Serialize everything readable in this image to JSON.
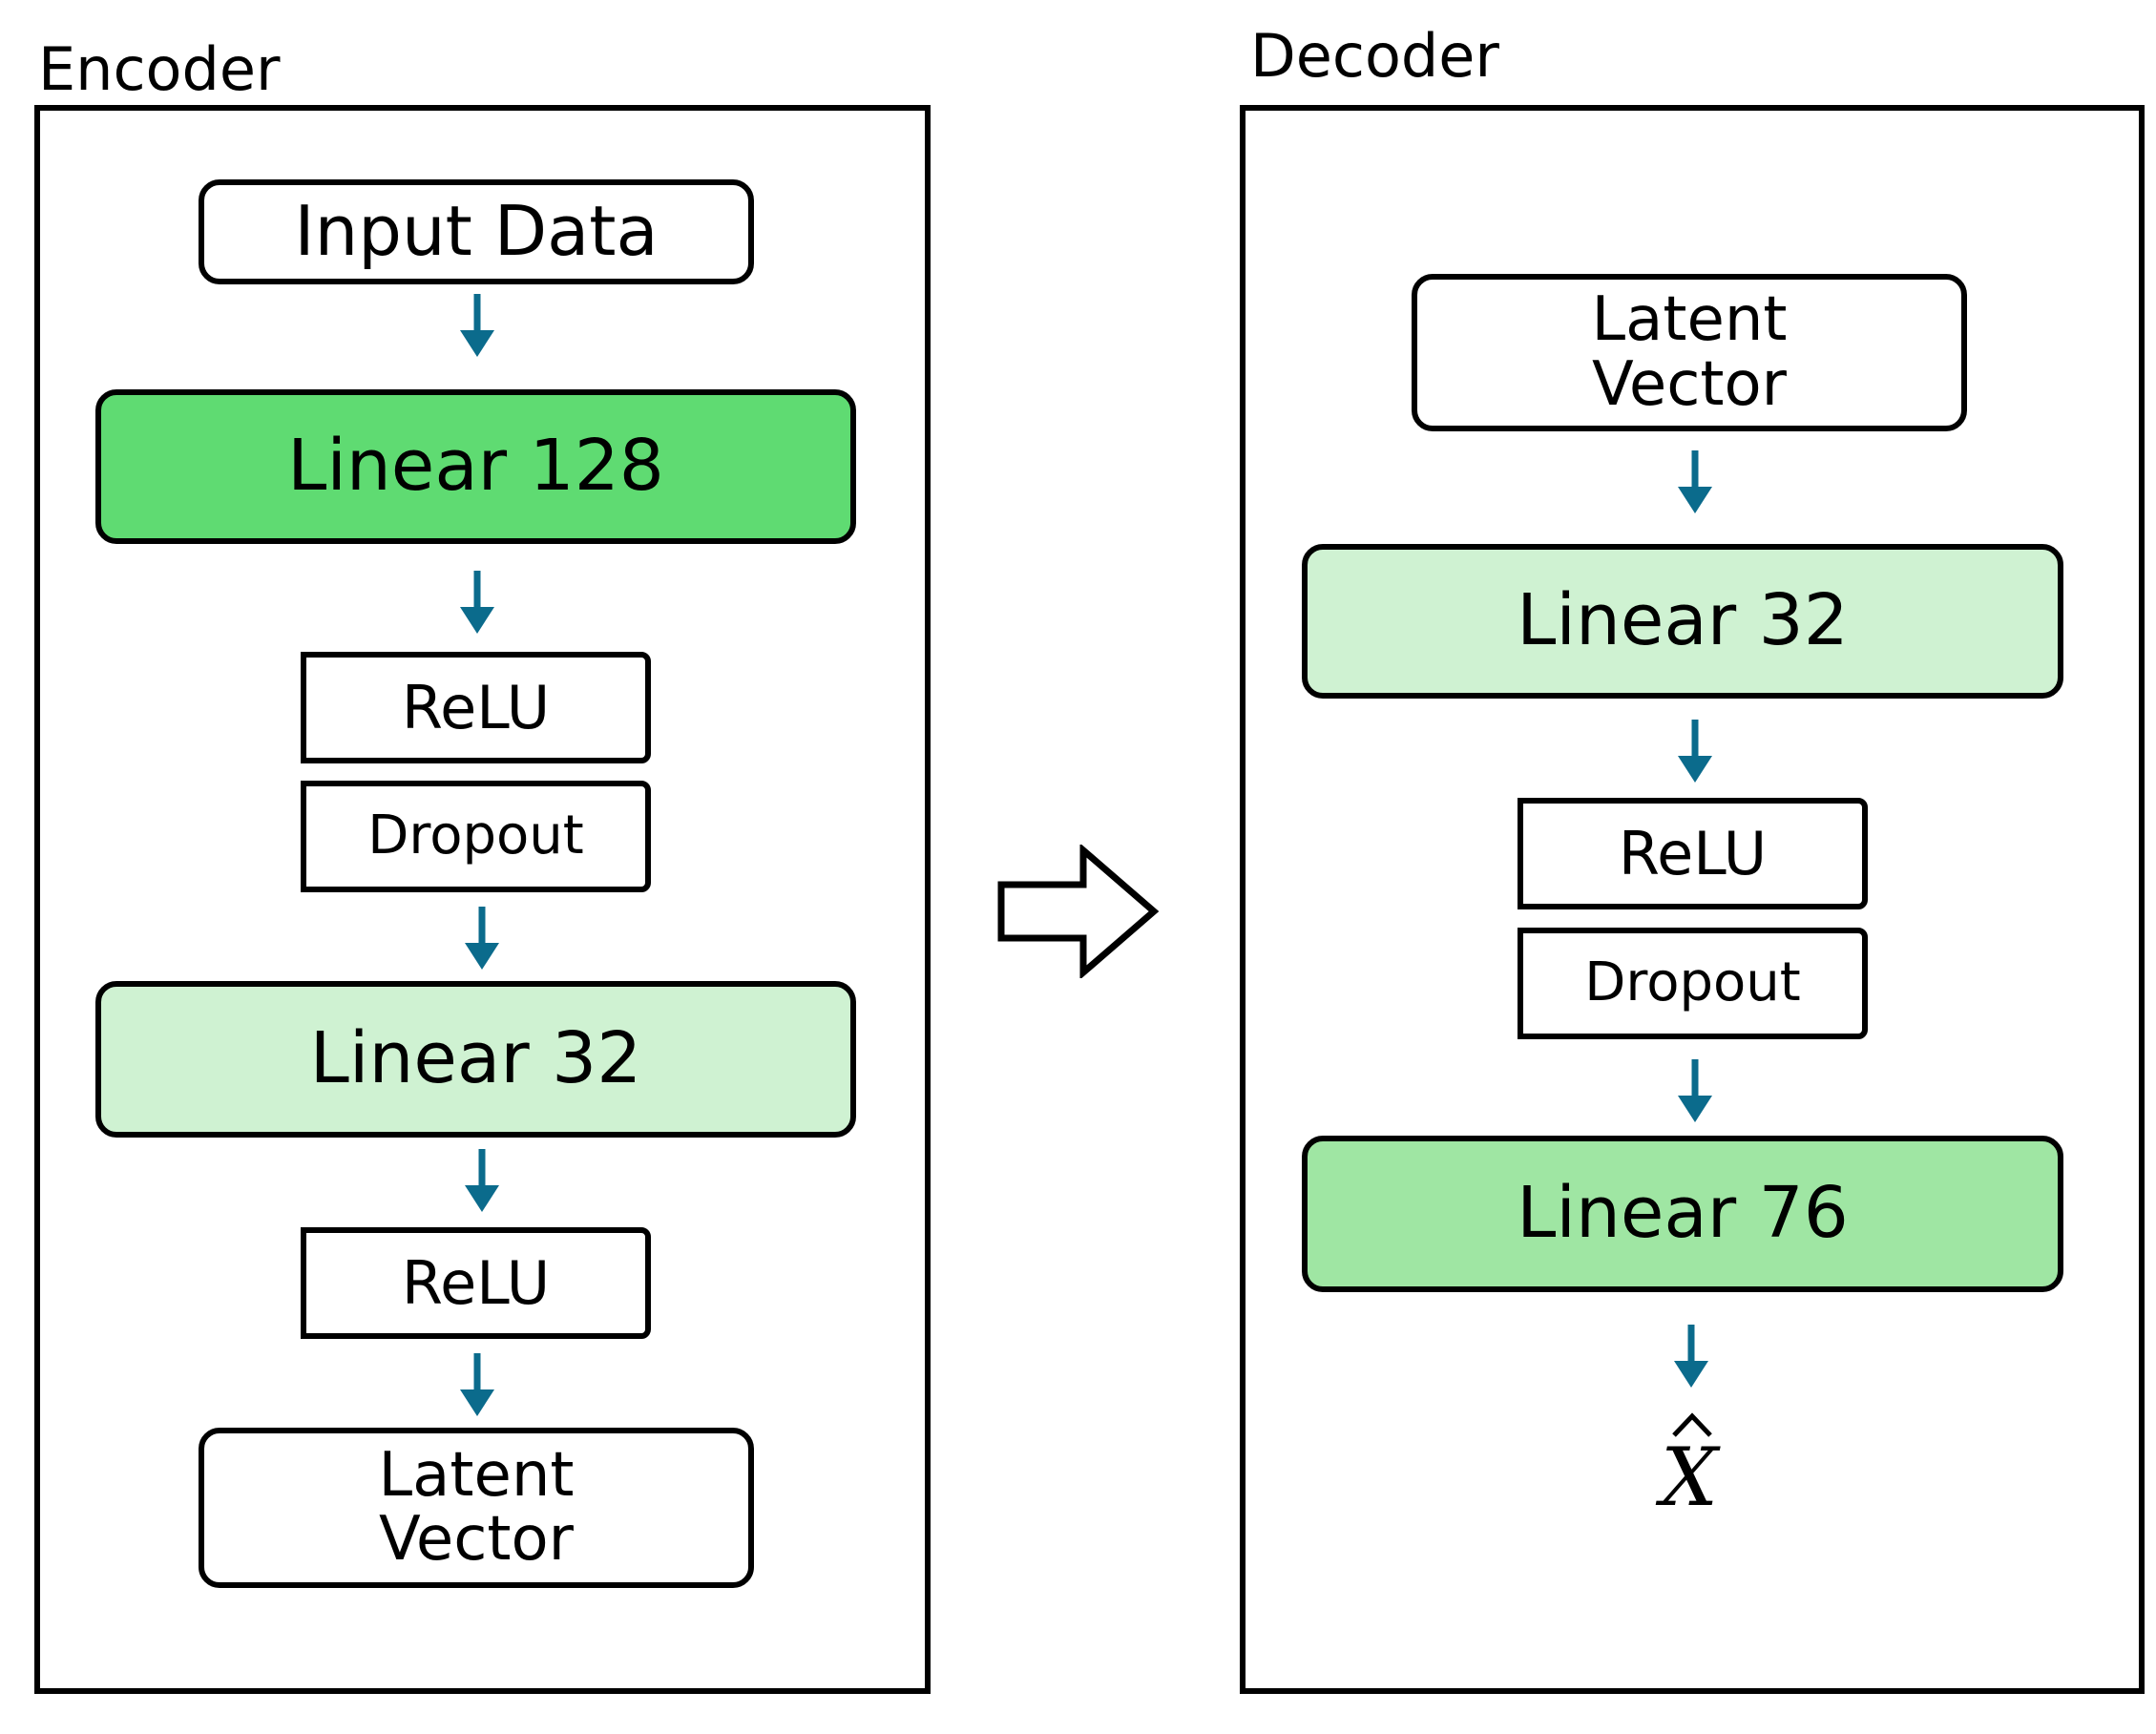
{
  "encoder": {
    "title": "Encoder",
    "blocks": {
      "input": "Input Data",
      "linear1": "Linear 128",
      "relu1": "ReLU",
      "dropout1": "Dropout",
      "linear2": "Linear 32",
      "relu2": "ReLU",
      "latent": "Latent\nVector"
    }
  },
  "decoder": {
    "title": "Decoder",
    "blocks": {
      "latent": "Latent\nVector",
      "linear1": "Linear 32",
      "relu1": "ReLU",
      "dropout1": "Dropout",
      "linear2": "Linear 76",
      "output": "X"
    }
  },
  "colors": {
    "linear_dark": "#5fdb72",
    "linear_light": "#cff2d2",
    "linear_mid": "#9fe6a3",
    "arrow": "#0b6b8c",
    "border": "#000000"
  },
  "icons": {
    "flow": "down-arrow-icon",
    "transition": "right-hollow-arrow-icon"
  }
}
